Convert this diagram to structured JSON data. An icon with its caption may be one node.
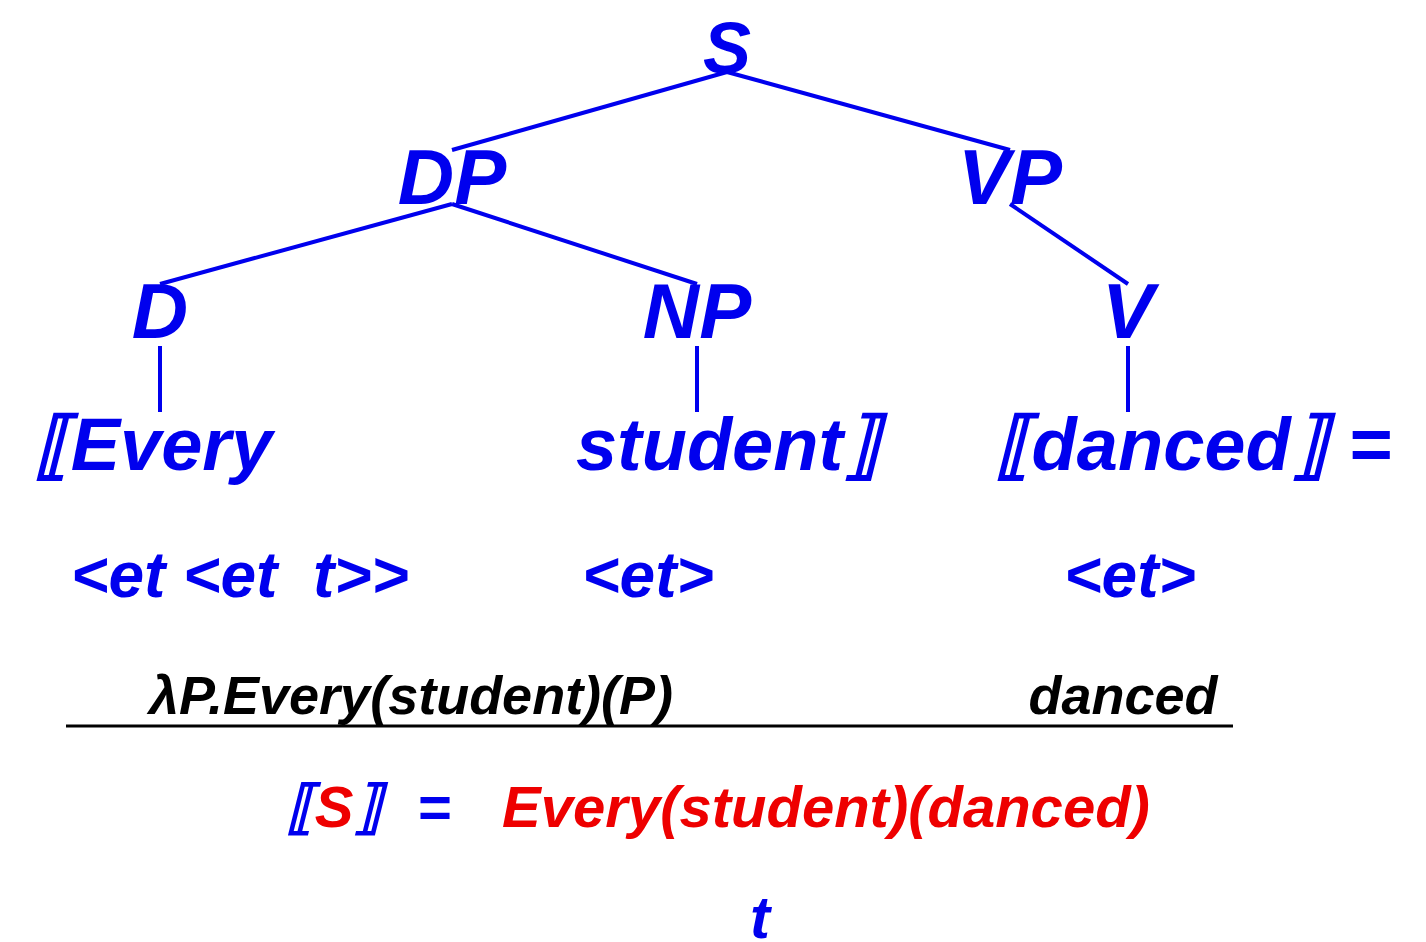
{
  "diagram": {
    "nodes": [
      {
        "text": [
          "S"
        ]
      },
      {
        "text": [
          "DP"
        ]
      },
      {
        "text": [
          "VP"
        ]
      },
      {
        "text": [
          "D"
        ]
      },
      {
        "text": [
          "NP"
        ]
      },
      {
        "text": [
          "V"
        ]
      },
      {
        "text": [
          "⟦Every"
        ]
      },
      {
        "text": [
          "student⟧"
        ]
      },
      {
        "text": [
          "⟦danced⟧ ="
        ]
      }
    ],
    "edges": [
      {
        "from": 0,
        "to": 1,
        "arrow": "none"
      },
      {
        "from": 0,
        "to": 2,
        "arrow": "none"
      },
      {
        "from": 1,
        "to": 3,
        "arrow": "none"
      },
      {
        "from": 1,
        "to": 4,
        "arrow": "none"
      },
      {
        "from": 2,
        "to": 5,
        "arrow": "none"
      },
      {
        "from": 3,
        "to": 6,
        "arrow": "none"
      },
      {
        "from": 4,
        "to": 7,
        "arrow": "none"
      },
      {
        "from": 5,
        "to": 8,
        "arrow": "none"
      }
    ],
    "labels": [
      "<et <et  t>>",
      "<et>",
      "<et>",
      "λP.Every(student)(P)",
      "danced",
      "⟦S⟧",
      "=",
      "Every(student)(danced)",
      "t"
    ]
  }
}
